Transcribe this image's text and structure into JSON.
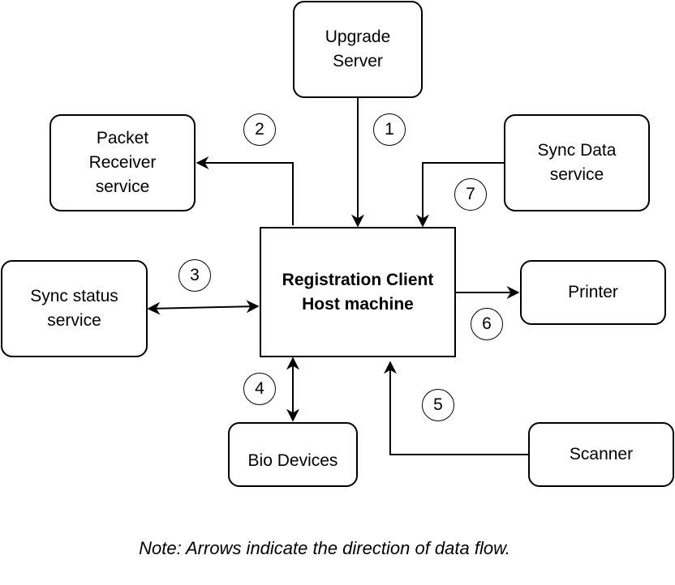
{
  "nodes": {
    "upgrade_server": "Upgrade\nServer",
    "packet_receiver": "Packet\nReceiver\nservice",
    "sync_data": "Sync Data\nservice",
    "sync_status": "Sync status\nservice",
    "registration_client": "Registration Client\nHost machine",
    "printer": "Printer",
    "bio_devices": "Bio Devices",
    "scanner": "Scanner"
  },
  "badges": {
    "b1": "1",
    "b2": "2",
    "b3": "3",
    "b4": "4",
    "b5": "5",
    "b6": "6",
    "b7": "7"
  },
  "note": "Note: Arrows indicate the direction of data flow."
}
